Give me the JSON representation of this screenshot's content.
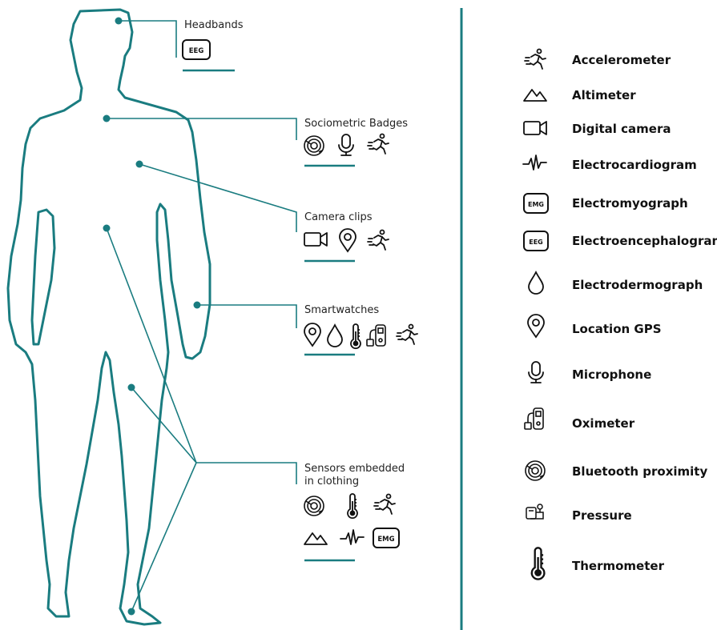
{
  "colors": {
    "teal": "#1a7c80",
    "icon": "#111111"
  },
  "groups": {
    "headbands": {
      "label": "Headbands",
      "icons": [
        "eeg-icon"
      ]
    },
    "sociometric": {
      "label": "Sociometric Badges",
      "icons": [
        "bluetooth-proximity-icon",
        "microphone-icon",
        "accelerometer-icon"
      ]
    },
    "camera_clips": {
      "label": "Camera clips",
      "icons": [
        "digital-camera-icon",
        "location-gps-icon",
        "accelerometer-icon"
      ]
    },
    "smartwatches": {
      "label": "Smartwatches",
      "icons": [
        "location-gps-icon",
        "electrodermograph-icon",
        "thermometer-icon",
        "oximeter-icon",
        "accelerometer-icon"
      ]
    },
    "clothing": {
      "label_line1": "Sensors embedded",
      "label_line2": "in clothing",
      "icons": [
        "bluetooth-proximity-icon",
        "thermometer-icon",
        "accelerometer-icon",
        "altimeter-icon",
        "electrocardiogram-icon",
        "emg-icon"
      ]
    }
  },
  "badges": {
    "eeg": "EEG",
    "emg": "EMG"
  },
  "legend": [
    {
      "icon": "accelerometer-icon",
      "label": "Accelerometer"
    },
    {
      "icon": "altimeter-icon",
      "label": "Altimeter"
    },
    {
      "icon": "digital-camera-icon",
      "label": "Digital camera"
    },
    {
      "icon": "electrocardiogram-icon",
      "label": "Electrocardiogram"
    },
    {
      "icon": "emg-icon",
      "label": "Electromyograph"
    },
    {
      "icon": "eeg-icon",
      "label": "Electroencephalogram"
    },
    {
      "icon": "electrodermograph-icon",
      "label": "Electrodermograph"
    },
    {
      "icon": "location-gps-icon",
      "label": "Location GPS"
    },
    {
      "icon": "microphone-icon",
      "label": "Microphone"
    },
    {
      "icon": "oximeter-icon",
      "label": "Oximeter"
    },
    {
      "icon": "bluetooth-proximity-icon",
      "label": "Bluetooth proximity"
    },
    {
      "icon": "pressure-icon",
      "label": "Pressure"
    },
    {
      "icon": "thermometer-icon",
      "label": "Thermometer"
    }
  ]
}
